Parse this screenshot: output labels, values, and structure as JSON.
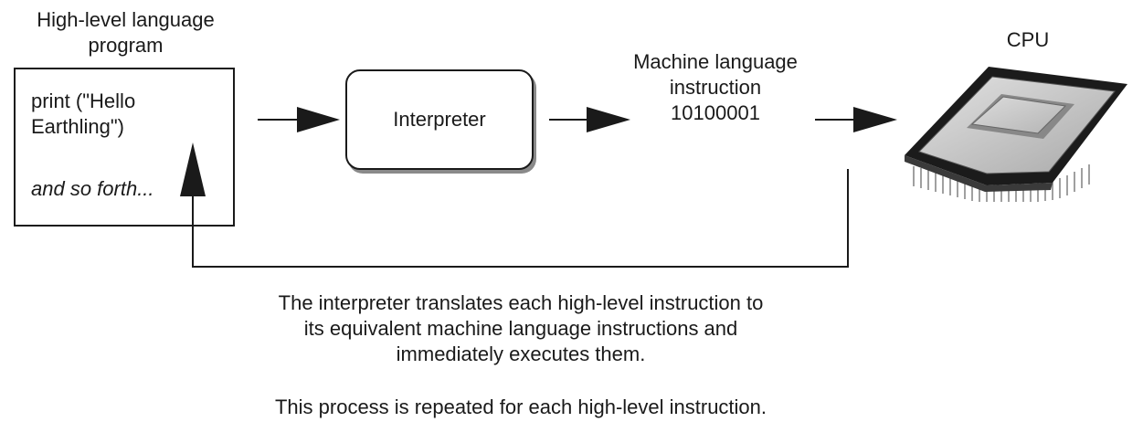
{
  "program": {
    "title_line1": "High-level language",
    "title_line2": "program",
    "code": "print (\"Hello Earthling\")",
    "etc": "and so forth..."
  },
  "interpreter": {
    "label": "Interpreter"
  },
  "machine": {
    "line1": "Machine language",
    "line2": "instruction",
    "binary": "10100001"
  },
  "cpu": {
    "label": "CPU",
    "icon": "cpu-chip-icon"
  },
  "caption": {
    "line1": "The interpreter translates each high-level instruction to",
    "line2": "its equivalent machine language instructions and",
    "line3": "immediately executes them.",
    "line4": "This process is repeated for each high-level instruction."
  }
}
